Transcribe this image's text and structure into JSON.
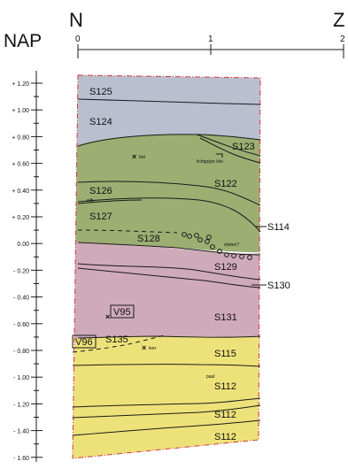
{
  "vertical_axis": {
    "label": "NAP",
    "ticks": [
      "+ 1.20",
      "+ 1.00",
      "+ 0.80",
      "+ 0.60",
      "+ 0.40",
      "+ 0.20",
      "0.00",
      "- 0.20",
      "- 0.40",
      "- 0.60",
      "- 0.80",
      "- 1.00",
      "- 1.20",
      "- 1.40",
      "- 1.60"
    ]
  },
  "horizontal_axis": {
    "left_end": "N",
    "right_end": "Z",
    "ticks": [
      "0",
      "1",
      "2"
    ]
  },
  "colors": {
    "clay_blue": "#b9bfcf",
    "sod_green": "#9dae73",
    "peat_pink": "#cfaab9",
    "sand_yellow": "#ede27a",
    "outline_red": "#d23a3a"
  },
  "layers": {
    "S125": "S125",
    "S124": "S124",
    "S123": "S123",
    "S122": "S122",
    "S126": "S126",
    "S127": "S127",
    "S128": "S128",
    "S114": "S114",
    "S129": "S129",
    "S130": "S130",
    "S131": "S131",
    "S135": "S135",
    "S115": "S115",
    "S112a": "S112",
    "S112b": "S112",
    "S112c": "S112"
  },
  "annotations": {
    "bot": "bot",
    "lichtgrijze_klei": "lichtgrijze klei",
    "slib": "slib",
    "slieten": "slieten?",
    "leer": "leer",
    "paal": "paal"
  },
  "finds": {
    "V95": "V95",
    "V96": "V96"
  }
}
